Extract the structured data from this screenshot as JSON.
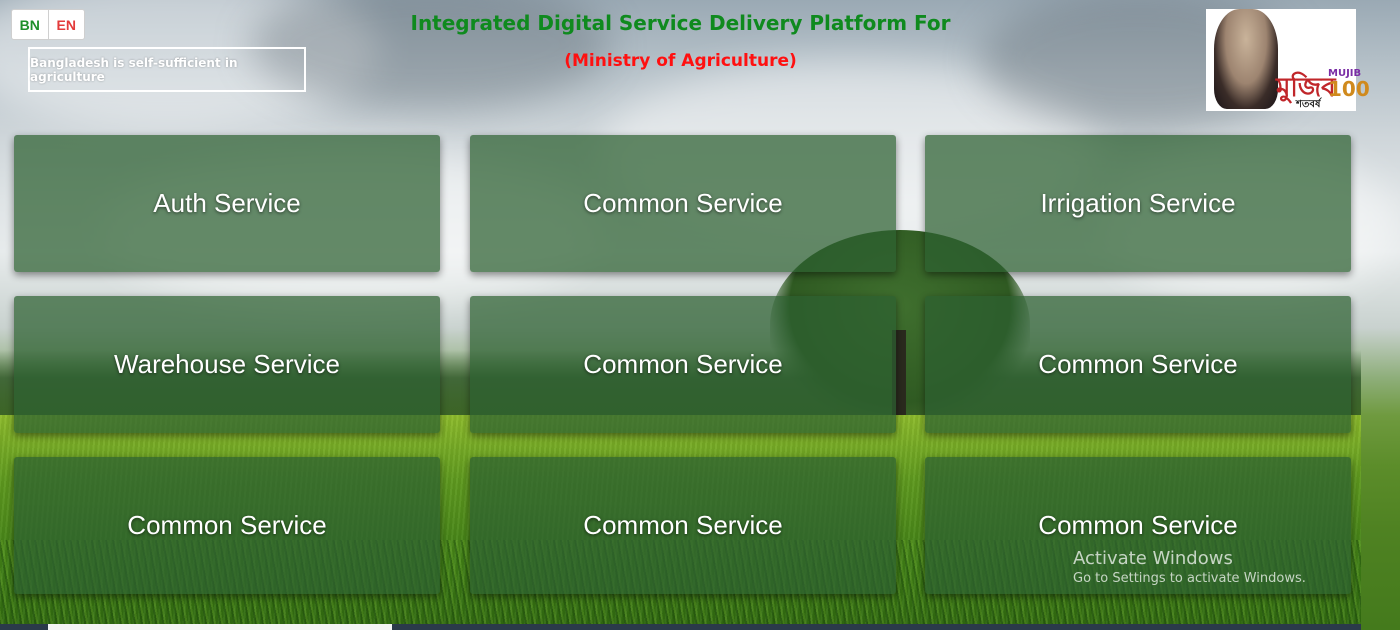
{
  "language_toggle": {
    "bn_label": "BN",
    "en_label": "EN"
  },
  "tagline": "Bangladesh is self-sufficient in agriculture",
  "header": {
    "title": "Integrated Digital Service Delivery Platform For",
    "subtitle": "(Ministry of Agriculture)"
  },
  "logo": {
    "bn_word": "মুজিব",
    "bn_sub": "শতবর্ষ",
    "mujib": "MUJIB",
    "hundred": "100"
  },
  "colors": {
    "title": "#0f8a1e",
    "subtitle": "#ff1010",
    "card": "#2c6030",
    "bn": "#1e8f2a",
    "en": "#e33b3b"
  },
  "services": [
    {
      "label": "Auth Service"
    },
    {
      "label": "Common Service"
    },
    {
      "label": "Irrigation Service"
    },
    {
      "label": "Warehouse Service"
    },
    {
      "label": "Common Service"
    },
    {
      "label": "Common Service"
    },
    {
      "label": "Common Service"
    },
    {
      "label": "Common Service"
    },
    {
      "label": "Common Service"
    }
  ],
  "watermark": {
    "line1": "Activate Windows",
    "line2": "Go to Settings to activate Windows."
  }
}
